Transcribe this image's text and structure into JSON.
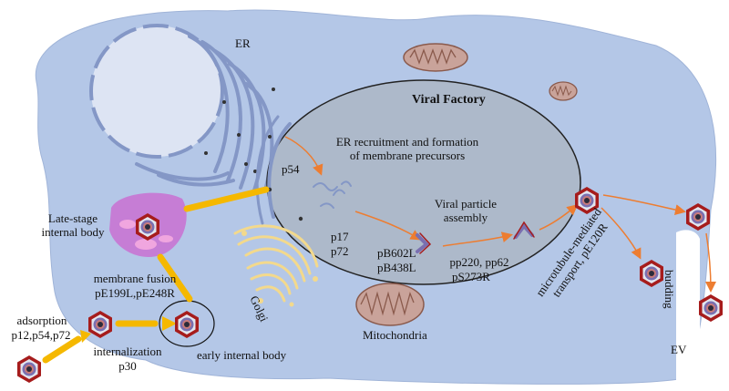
{
  "labels": {
    "er": "ER",
    "viral_factory": "Viral Factory",
    "er_recruitment_line1": "ER recruitment and formation",
    "er_recruitment_line2": "of membrane precursors",
    "p54_factory": "p54",
    "viral_particle_line1": "Viral particle",
    "viral_particle_line2": "assembly",
    "p17": "p17",
    "p72_factory": "p72",
    "pB602L": "pB602L",
    "pB438L": "pB438L",
    "pp220_pp62": "pp220, pp62",
    "pS273R": "pS273R",
    "mt_transport_line1": "microtubule-mediated",
    "mt_transport_line2": "transport, pE120R",
    "budding": "budding",
    "ev": "EV",
    "late_stage_line1": "Late-stage",
    "late_stage_line2": "internal body",
    "golgi": "Golgi",
    "mitochondria": "Mitochondria",
    "membrane_fusion": "membrane fusion",
    "fusion_proteins": "pE199L,pE248R",
    "adsorption": "adsorption",
    "adsorption_proteins": "p12,p54,p72",
    "internalization": "internalization",
    "p30": "p30",
    "early_internal_body": "early internal body"
  },
  "colors": {
    "cell": "#b4c7e7",
    "cell_stroke": "#a0b4d8",
    "nucleus": "#dde4f3",
    "er": "#8497c6",
    "factory": "#adb9ca",
    "mitochondria": "#c9a39a",
    "golgi": "#f3d98c",
    "arrow_yellow": "#f5b800",
    "arrow_orange": "#ed7d31",
    "virion_outer": "#a61c1c",
    "late_body": "#c67dd5"
  }
}
